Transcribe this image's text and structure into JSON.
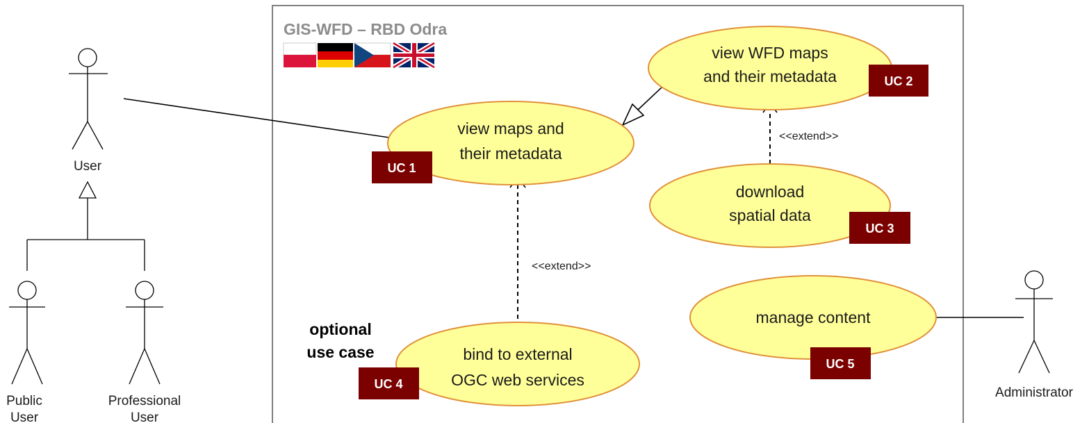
{
  "system": {
    "title": "GIS-WFD – RBD Odra",
    "flags": [
      "flag-poland-icon",
      "flag-germany-icon",
      "flag-czech-icon",
      "flag-uk-icon"
    ]
  },
  "actors": {
    "user": "User",
    "public_user": [
      "Public",
      "User"
    ],
    "professional_user": [
      "Professional",
      "User"
    ],
    "administrator": "Administrator"
  },
  "use_cases": {
    "uc1": {
      "lines": [
        "view maps and",
        "their metadata"
      ],
      "badge": "UC 1"
    },
    "uc2": {
      "lines": [
        "view WFD maps",
        "and their metadata"
      ],
      "badge": "UC 2"
    },
    "uc3": {
      "lines": [
        "download",
        "spatial data"
      ],
      "badge": "UC 3"
    },
    "uc4": {
      "lines": [
        "bind to external",
        "OGC web services"
      ],
      "badge": "UC 4"
    },
    "uc5": {
      "lines": [
        "manage content"
      ],
      "badge": "UC 5"
    }
  },
  "relations": {
    "extend_label_1": "<<extend>>",
    "extend_label_2": "<<extend>>"
  },
  "note": [
    "optional",
    "use case"
  ],
  "colors": {
    "ellipse_fill": "#ffff99",
    "ellipse_stroke": "#e0903a",
    "badge_fill": "#7b0000",
    "title": "#8c8c8c",
    "boundary": "#808080"
  }
}
